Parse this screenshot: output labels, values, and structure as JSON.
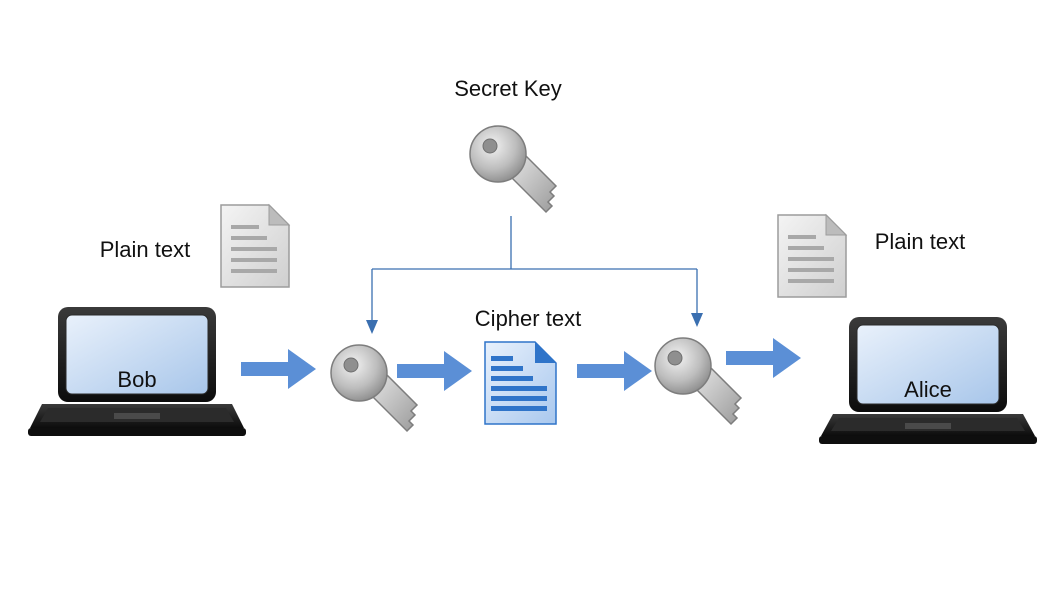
{
  "labels": {
    "secret_key": "Secret Key",
    "plain_text_left": "Plain text",
    "plain_text_right": "Plain text",
    "cipher_text": "Cipher text",
    "sender": "Bob",
    "receiver": "Alice"
  },
  "icons": {
    "key": "key-icon",
    "document": "document-icon",
    "cipher_document": "cipher-document-icon",
    "laptop": "laptop-icon",
    "arrow": "right-arrow-icon"
  },
  "colors": {
    "arrow": "#5b8fd6",
    "connector": "#3a6fb0",
    "key_metal": "#b8b8b8",
    "doc_gray": "#d8d8d8",
    "doc_blue": "#2f74c9",
    "laptop_body": "#1a1a1a",
    "screen": "#cfe0f5"
  }
}
